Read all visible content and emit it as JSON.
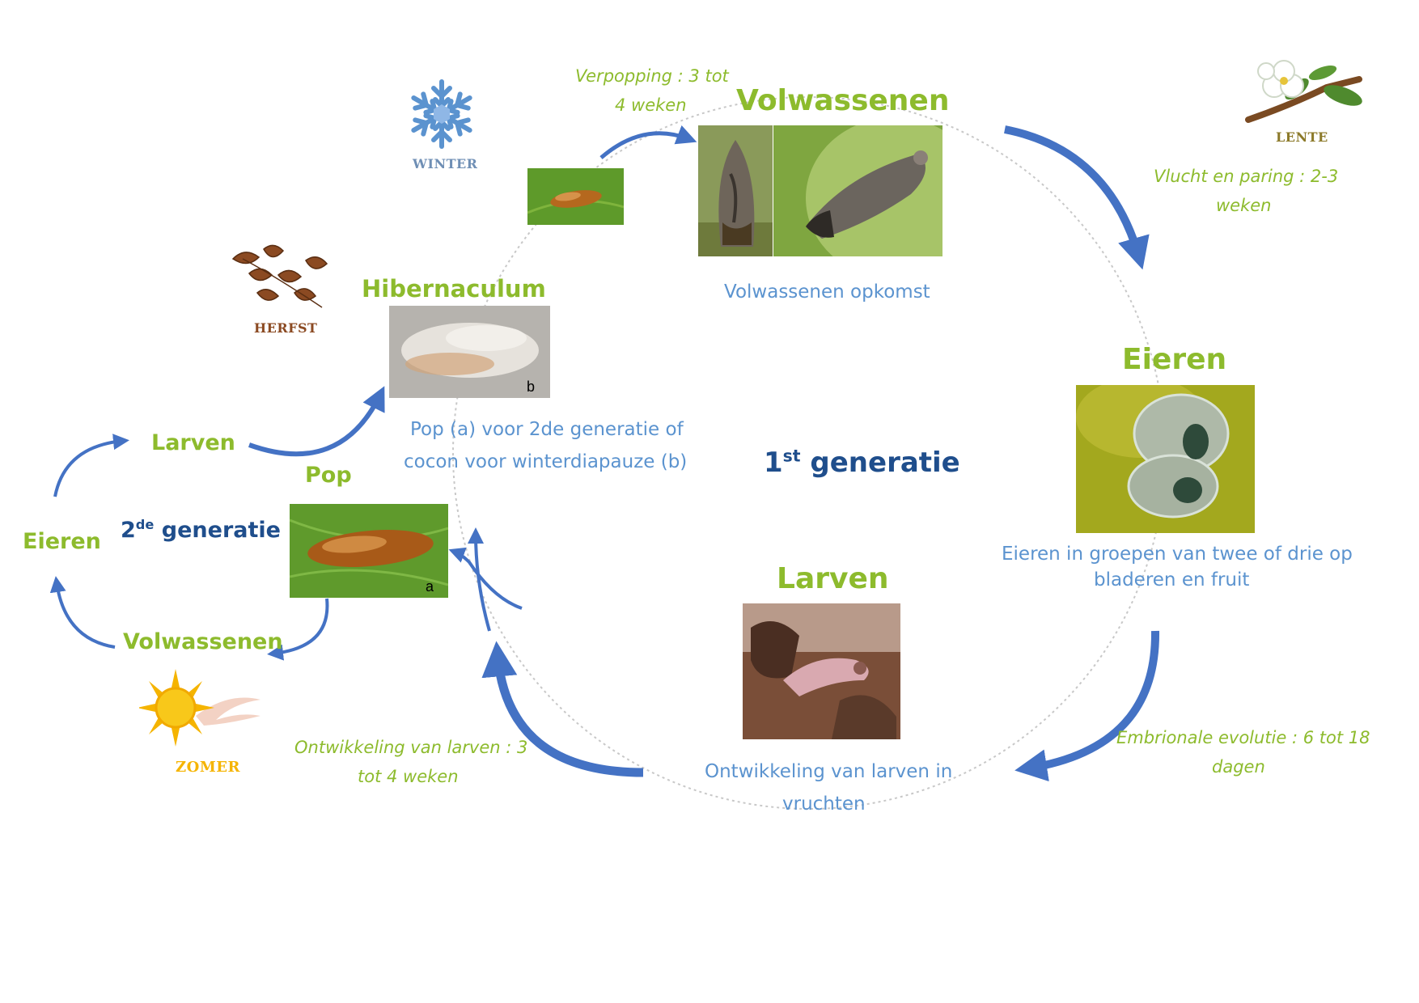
{
  "seasons": {
    "winter": "WINTER",
    "spring": "LENTE",
    "autumn": "HERFST",
    "summer": "ZOMER"
  },
  "first_generation": {
    "label_number": "1",
    "label_suffix": "st",
    "label_text": "generatie",
    "adults": {
      "title": "Volwassenen",
      "description": "Volwassenen opkomst"
    },
    "eggs": {
      "title": "Eieren",
      "description_line1": "Eieren in groepen van twee of drie op",
      "description_line2": "bladeren en fruit"
    },
    "larvae": {
      "title": "Larven",
      "description_line1": "Ontwikkeling van larven in",
      "description_line2": "vruchten"
    },
    "hibernaculum": {
      "title": "Hibernaculum",
      "photo_tag": "b",
      "description_line1": "Pop (a) voor 2de generatie of",
      "description_line2": "cocon voor winterdiapauze (b)"
    },
    "durations": {
      "pupation_line1": "Verpopping : 3 tot",
      "pupation_line2": "4 weken",
      "flight_line1": "Vlucht en paring : 2-3",
      "flight_line2": "weken",
      "embryonic_line1": "Embrionale evolutie : 6 tot 18",
      "embryonic_line2": "dagen",
      "larval_line1": "Ontwikkeling van larven : 3",
      "larval_line2": "tot 4 weken"
    }
  },
  "second_generation": {
    "label_number": "2",
    "label_suffix": "de",
    "label_text": "generatie",
    "larvae": "Larven",
    "pupa": "Pop",
    "pupa_photo_tag": "a",
    "eggs": "Eieren",
    "adults": "Volwassenen"
  },
  "colors": {
    "arrow": "#4472c4",
    "stage_green": "#8dbb2d",
    "desc_blue": "#5b93cf",
    "gen_navy": "#1f4e8c",
    "circle": "#c8c8c8"
  }
}
